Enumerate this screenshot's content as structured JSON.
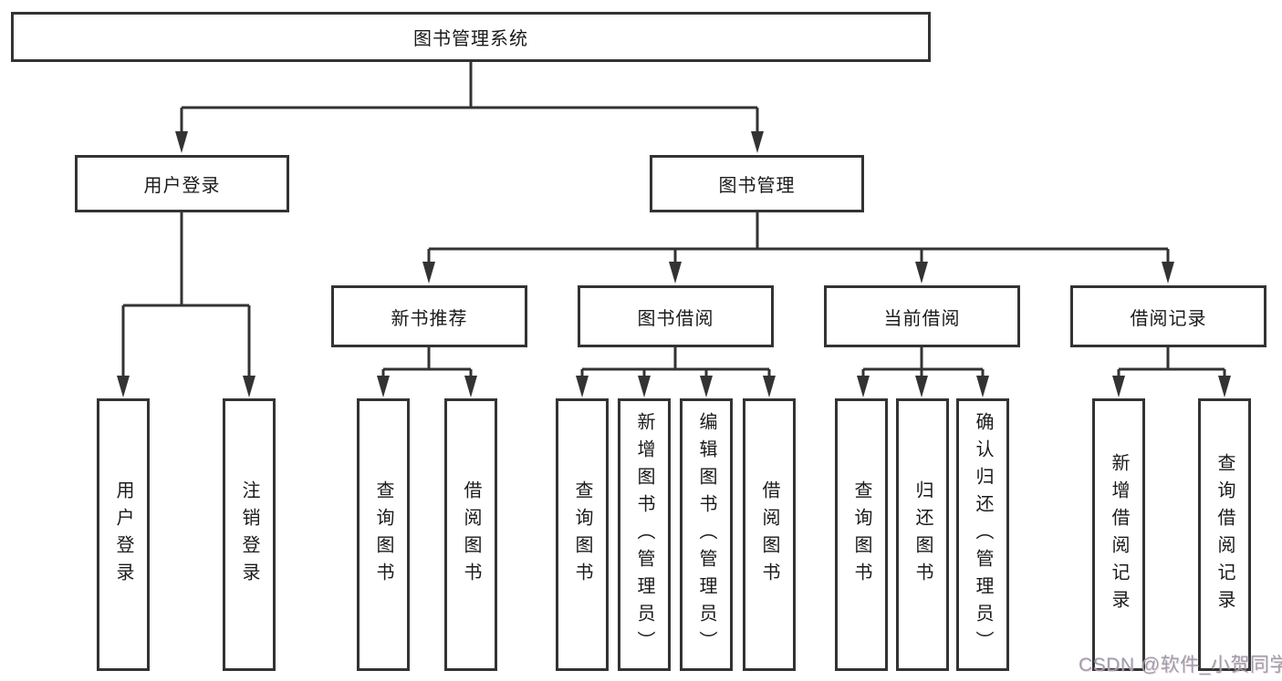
{
  "diagram": {
    "root": "图书管理系统",
    "user_login": {
      "label": "用户登录",
      "children": [
        "用户登录",
        "注销登录"
      ]
    },
    "book_mgmt": {
      "label": "图书管理",
      "children": {
        "new_book": {
          "label": "新书推荐",
          "children": [
            "查询图书",
            "借阅图书"
          ]
        },
        "borrow": {
          "label": "图书借阅",
          "children": [
            "查询图书",
            "新增图书（管理员）",
            "编辑图书（管理员）",
            "借阅图书"
          ]
        },
        "current": {
          "label": "当前借阅",
          "children": [
            "查询图书",
            "归还图书",
            "确认归还（管理员）"
          ]
        },
        "records": {
          "label": "借阅记录",
          "children": [
            "新增借阅记录",
            "查询借阅记录"
          ]
        }
      }
    }
  },
  "watermark": "CSDN @软件_小贺同学",
  "colors": {
    "background": "#ffffff",
    "line": "#333333",
    "box_border": "#333333",
    "text": "#1a1a1a",
    "watermark": "#9aa0aa"
  }
}
